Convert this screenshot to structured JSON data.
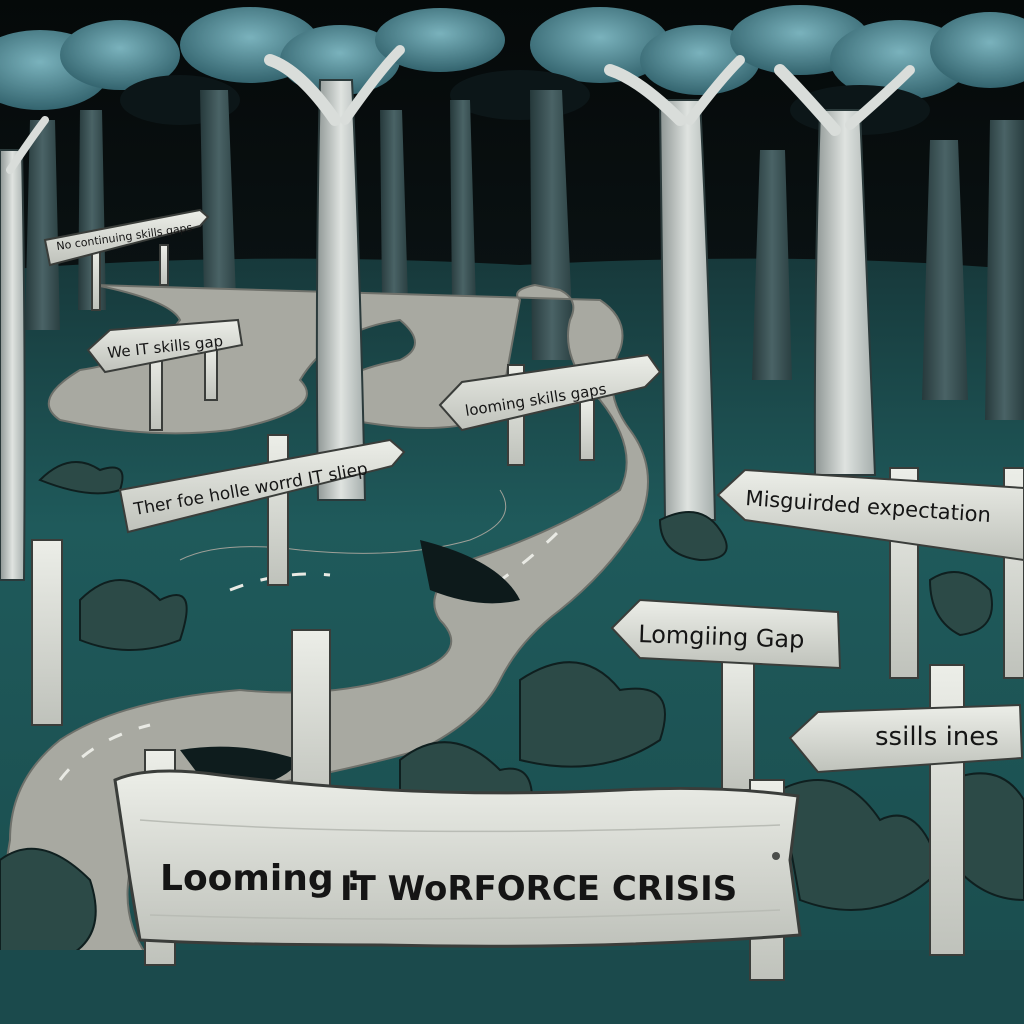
{
  "signs": {
    "far_left": "No continuing skills gaps",
    "mid_left": "We IT skills gap",
    "left_front": "Ther foe holle worrd IT sliep",
    "center": "looming skills gaps",
    "right_top": "Misguirded expectation",
    "right_middle": "Lomgiing Gap",
    "right_lower": "ssills ines",
    "banner_left": "Looming :",
    "banner_right": "IT WoRFORCE CRISIS"
  },
  "colors": {
    "sky": "#0a1214",
    "canopy": "#4f8f9a",
    "ground": "#1f5b5c",
    "path": "#a9aaa2",
    "wood": "#dfe0d9",
    "ink": "#151515"
  }
}
